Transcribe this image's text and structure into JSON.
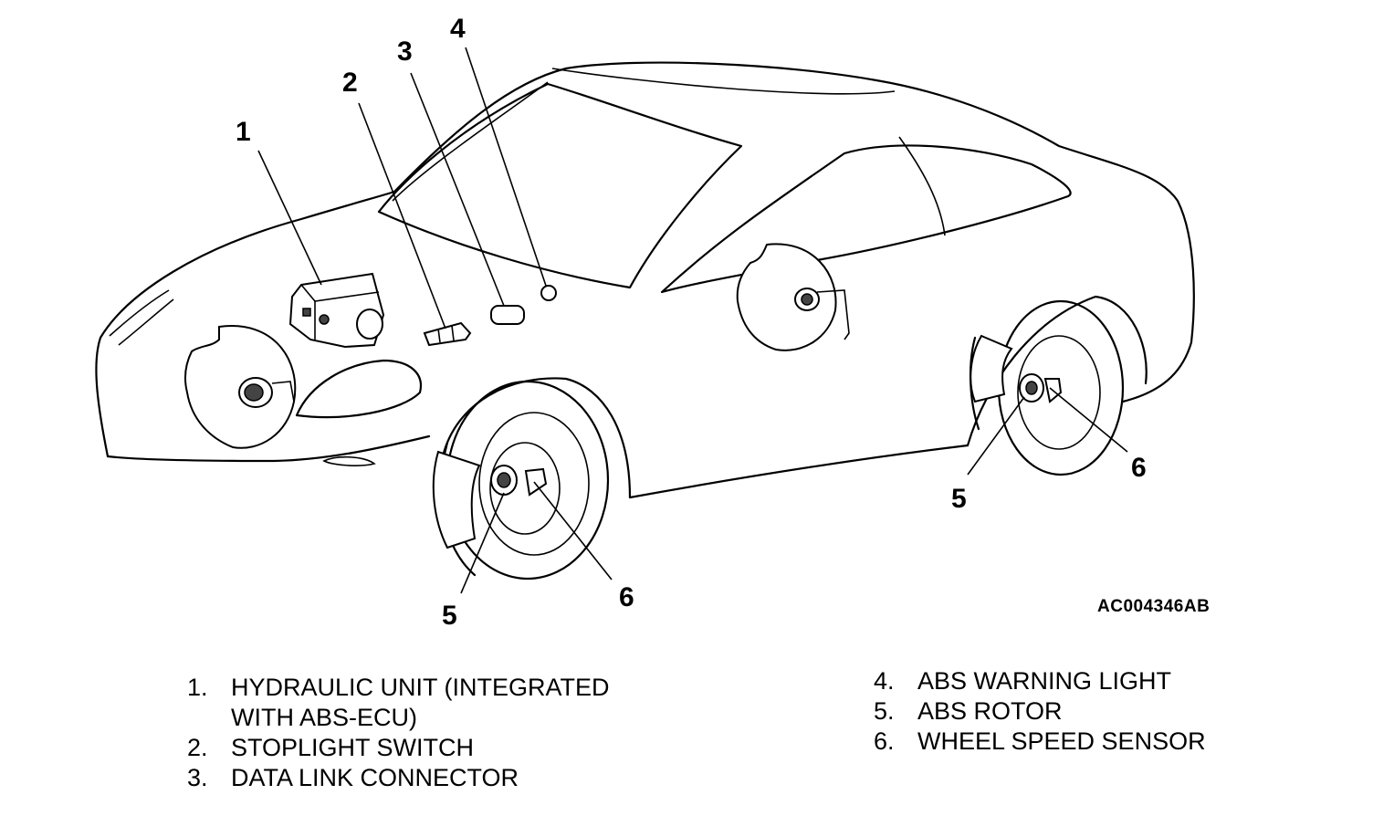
{
  "callouts": [
    {
      "id": "1",
      "label": "1"
    },
    {
      "id": "2",
      "label": "2"
    },
    {
      "id": "3",
      "label": "3"
    },
    {
      "id": "4",
      "label": "4"
    },
    {
      "id": "5a",
      "label": "5"
    },
    {
      "id": "6a",
      "label": "6"
    },
    {
      "id": "5b",
      "label": "5"
    },
    {
      "id": "6b",
      "label": "6"
    }
  ],
  "figure_code": "AC004346AB",
  "legend": {
    "left": [
      {
        "num": "1.",
        "text": "HYDRAULIC UNIT (INTEGRATED WITH ABS-ECU)"
      },
      {
        "num": "2.",
        "text": "STOPLIGHT SWITCH"
      },
      {
        "num": "3.",
        "text": "DATA LINK CONNECTOR"
      }
    ],
    "right": [
      {
        "num": "4.",
        "text": "ABS WARNING LIGHT"
      },
      {
        "num": "5.",
        "text": "ABS ROTOR"
      },
      {
        "num": "6.",
        "text": "WHEEL SPEED SENSOR"
      }
    ]
  }
}
